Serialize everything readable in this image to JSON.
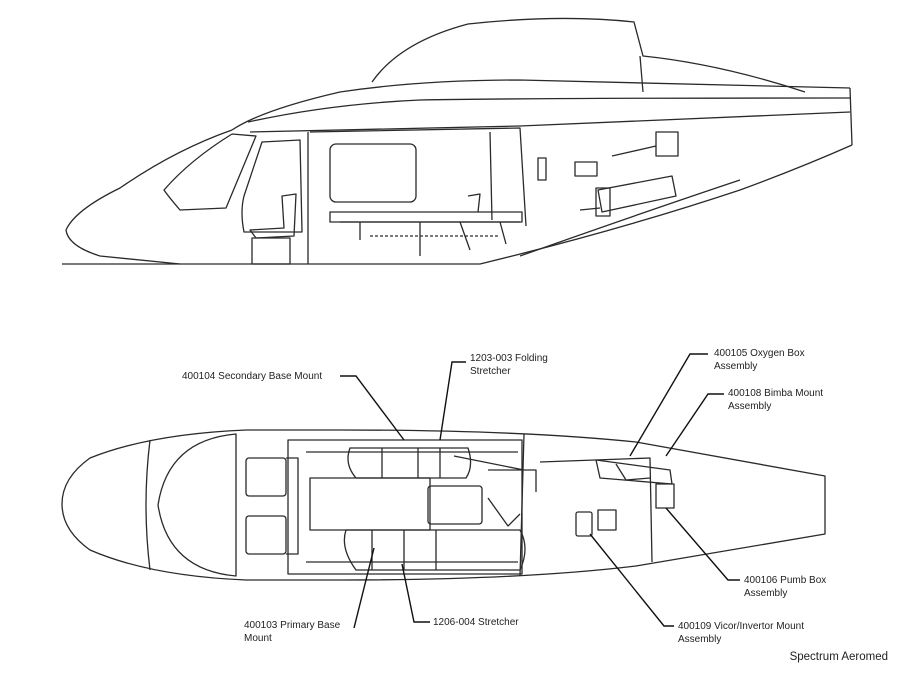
{
  "labels": {
    "secondary_base_mount": "400104 Secondary Base Mount",
    "folding_stretcher": [
      "1203-003 Folding",
      "Stretcher"
    ],
    "oxygen_box": [
      "400105 Oxygen Box",
      "Assembly"
    ],
    "bimba_mount": [
      "400108 Bimba Mount",
      "Assembly"
    ],
    "primary_base_mount": [
      "400103 Primary Base",
      "Mount"
    ],
    "stretcher": "1206-004 Stretcher",
    "vicor_invertor": [
      "400109 Vicor/Invertor Mount",
      "Assembly"
    ],
    "pumb_box": [
      "400106 Pumb Box",
      "Assembly"
    ]
  },
  "credit": "Spectrum Aeromed",
  "colors": {
    "line": "#2a2a2a",
    "leader": "#111111",
    "background": "#ffffff"
  }
}
